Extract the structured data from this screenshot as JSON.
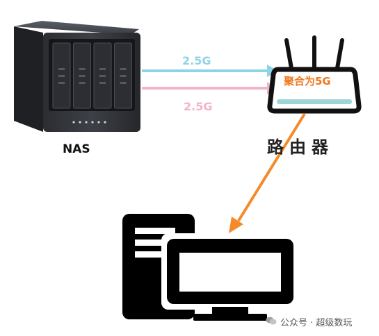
{
  "nas": {
    "label": "NAS"
  },
  "links": [
    {
      "label": "2.5G",
      "color": "#8fd3e6"
    },
    {
      "label": "2.5G",
      "color": "#f3b3cc"
    }
  ],
  "router": {
    "badge": "聚合为5G",
    "label": "路由器",
    "badge_color": "#f0781e",
    "led_color": "#9ed6d6"
  },
  "uplink": {
    "color": "#f58a2a"
  },
  "watermark": {
    "text": "公众号 · 超级数玩",
    "icon": "wechat-icon"
  }
}
